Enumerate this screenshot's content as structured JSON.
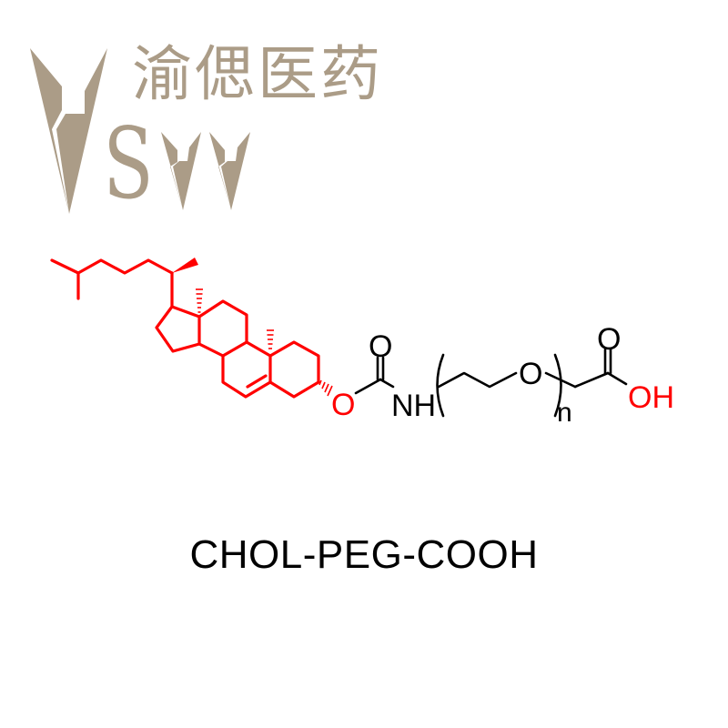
{
  "logo": {
    "company_name_cn": "渝偲医药",
    "monogram": "SYY",
    "brand_color": "#ab9c87"
  },
  "structure": {
    "colors": {
      "cholesterol_moiety": "#ff0000",
      "linker": "#000000",
      "acid_oh": "#ff0000"
    },
    "labels": {
      "ester_o": "O",
      "carbonyl_o": "O",
      "nh": "NH",
      "peg_o": "O",
      "repeat_n": "n",
      "acid_carbonyl_o": "O",
      "acid_oh": "OH"
    }
  },
  "caption": {
    "compound_name": "CHOL-PEG-COOH"
  }
}
